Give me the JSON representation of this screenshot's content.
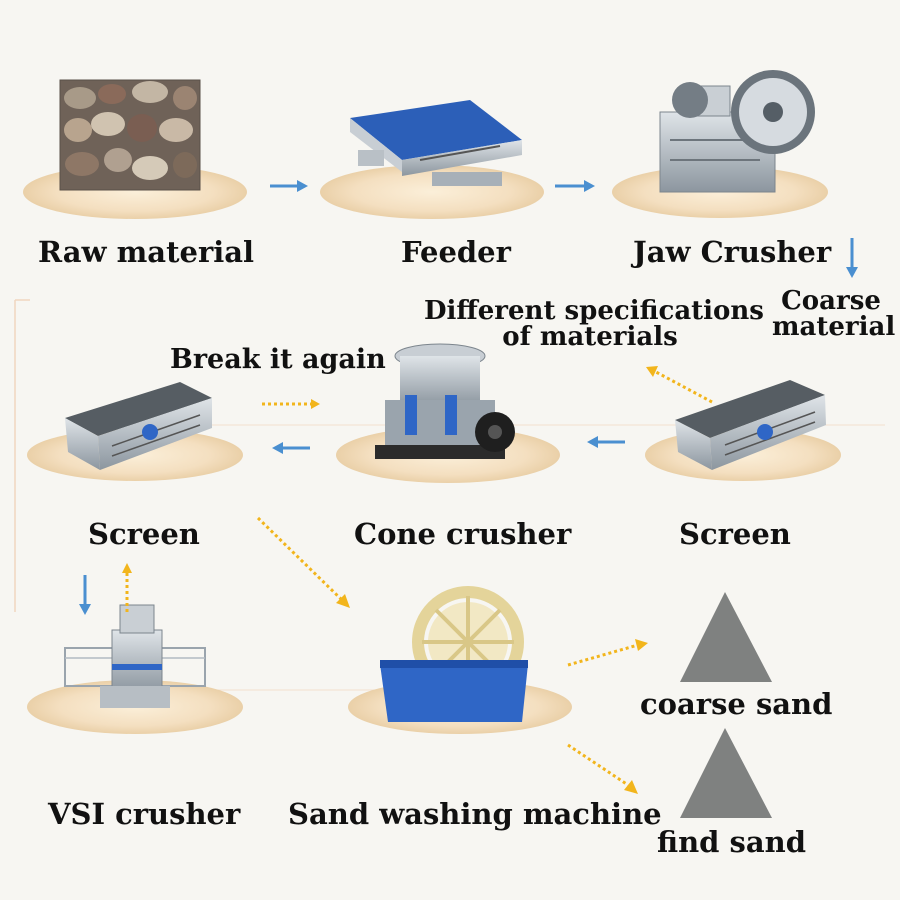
{
  "stages": {
    "raw_material": "Raw material",
    "feeder": "Feeder",
    "jaw_crusher": "Jaw Crusher",
    "screen_right": "Screen",
    "cone_crusher": "Cone crusher",
    "screen_left": "Screen",
    "vsi_crusher": "VSI crusher",
    "sand_washing": "Sand washing machine"
  },
  "annotations": {
    "coarse_material_line1": "Coarse",
    "coarse_material_line2": "material",
    "specs_line1": "Different specifications",
    "specs_line2": "of materials",
    "break_again": "Break it again"
  },
  "products": {
    "coarse_sand": "coarse sand",
    "fine_sand": "find sand"
  },
  "colors": {
    "solid_arrow": "#4a8fd0",
    "dotted_arrow": "#f2b51c",
    "platform": "#f4dfc0",
    "platform_edge": "#e6c79a",
    "sand_pile": "#7f8180",
    "machine_blue": "#2f66c6",
    "machine_gray": "#9aa4ad",
    "wheel_cream": "#efe2b0"
  }
}
